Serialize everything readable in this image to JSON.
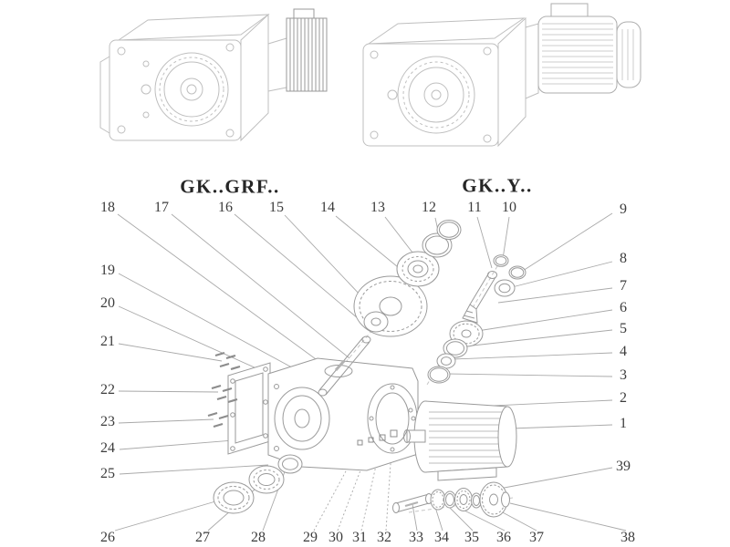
{
  "figure": {
    "model_left": "GK..GRF..",
    "model_right": "GK..Y.."
  },
  "part_numbers": [
    "1",
    "2",
    "3",
    "4",
    "5",
    "6",
    "7",
    "8",
    "9",
    "10",
    "11",
    "12",
    "13",
    "14",
    "15",
    "16",
    "17",
    "18",
    "19",
    "20",
    "21",
    "22",
    "23",
    "24",
    "25",
    "26",
    "27",
    "28",
    "29",
    "30",
    "31",
    "32",
    "33",
    "34",
    "35",
    "36",
    "37",
    "38",
    "39"
  ]
}
